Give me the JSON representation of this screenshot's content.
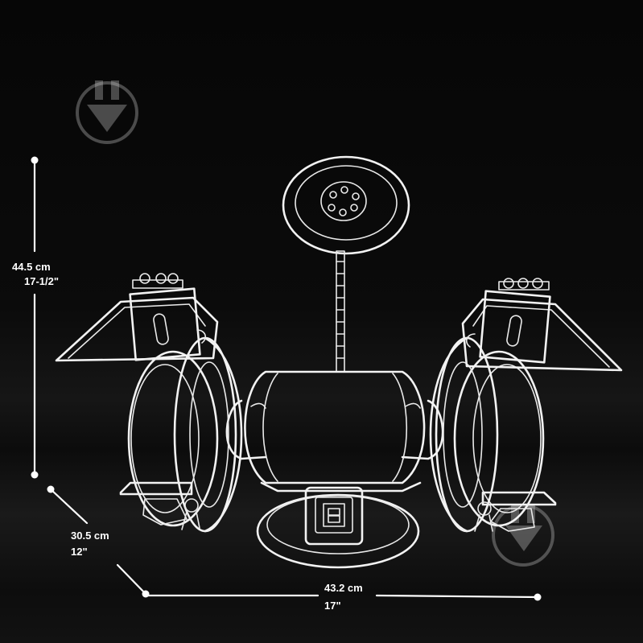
{
  "dimensions": {
    "height": {
      "metric": "44.5 cm",
      "imperial": "17-1/2\""
    },
    "depth": {
      "metric": "30.5 cm",
      "imperial": "12\""
    },
    "width": {
      "metric": "43.2 cm",
      "imperial": "17\""
    }
  },
  "icons": [
    "download-arrow-watermark-icon",
    "download-arrow-watermark-icon"
  ],
  "colors": {
    "background": "#000000",
    "line": "#f2f2f2"
  }
}
